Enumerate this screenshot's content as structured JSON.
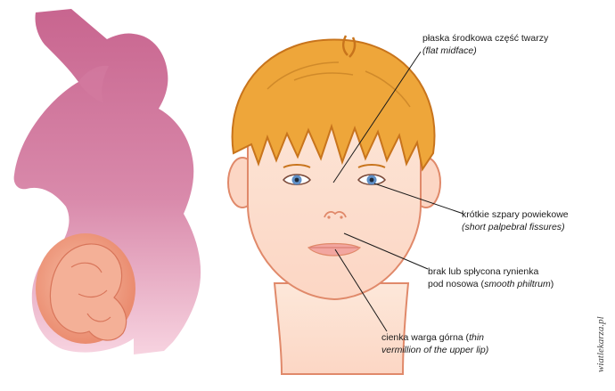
{
  "colors": {
    "silhouette_top": "#c8658f",
    "silhouette_bottom": "#f4c6d6",
    "hair": "#eea63a",
    "hair_dark": "#c8741c",
    "skin": "#fde3d4",
    "skin_line": "#e0896a",
    "eye_iris": "#5f8fc6",
    "lips": "#f2a6a0",
    "fetus": "#ef9a7c",
    "leader_line": "#1a1a1a"
  },
  "annotations": [
    {
      "pl": "płaska środkowa część twarzy",
      "en": "flat midface"
    },
    {
      "pl": "krótkie szpary powiekowe",
      "en": "short palpebral fissures"
    },
    {
      "pl_line1": "brak lub spłycona rynienka",
      "pl_line2": "pod nosowa",
      "en": "smooth philtrum"
    },
    {
      "pl_line1": "cienka warga górna",
      "en_line1": "thin",
      "en_line2": "vermillion of the upper lip"
    }
  ],
  "watermark": "wiatlekarza.pl"
}
